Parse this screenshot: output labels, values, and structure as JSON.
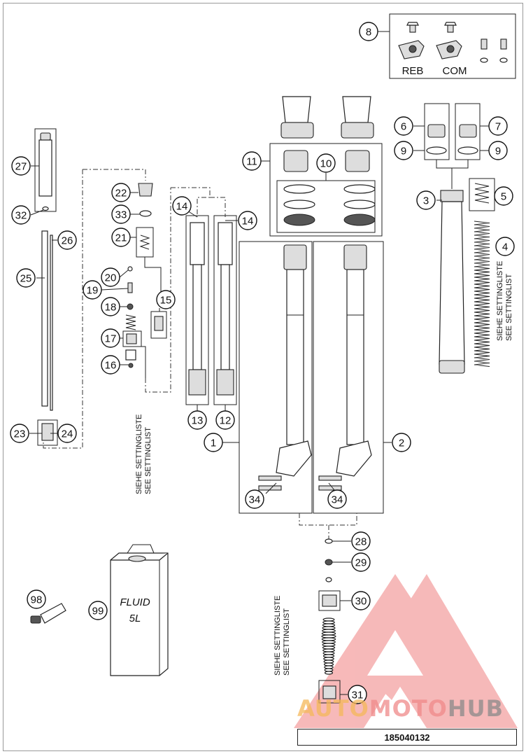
{
  "callouts": {
    "c1": "1",
    "c2": "2",
    "c3": "3",
    "c4": "4",
    "c5": "5",
    "c6": "6",
    "c7": "7",
    "c8": "8",
    "c9a": "9",
    "c9b": "9",
    "c10": "10",
    "c11": "11",
    "c12": "12",
    "c13": "13",
    "c14a": "14",
    "c14b": "14",
    "c15": "15",
    "c16": "16",
    "c17": "17",
    "c18": "18",
    "c19": "19",
    "c20": "20",
    "c21": "21",
    "c22": "22",
    "c23": "23",
    "c24": "24",
    "c25": "25",
    "c26": "26",
    "c27": "27",
    "c28": "28",
    "c29": "29",
    "c30": "30",
    "c31": "31",
    "c32": "32",
    "c33": "33",
    "c34a": "34",
    "c34b": "34",
    "c98": "98",
    "c99": "99"
  },
  "labels": {
    "reb": "REB",
    "com": "COM",
    "fluid": "FLUID",
    "fluid_volume": "5L"
  },
  "setting_notes": {
    "de": "SIEHE SETTINGLISTE",
    "en": "SEE SETTINGLIST"
  },
  "watermark": {
    "auto": "AUTO",
    "moto": "MOTO",
    "hub": "HUB",
    "colors": {
      "auto": "#f5b85a",
      "moto": "#f08a8a",
      "hub": "#8a8a8a",
      "logo": "#f08080"
    }
  },
  "footer": {
    "diagram_number": "185040132"
  }
}
